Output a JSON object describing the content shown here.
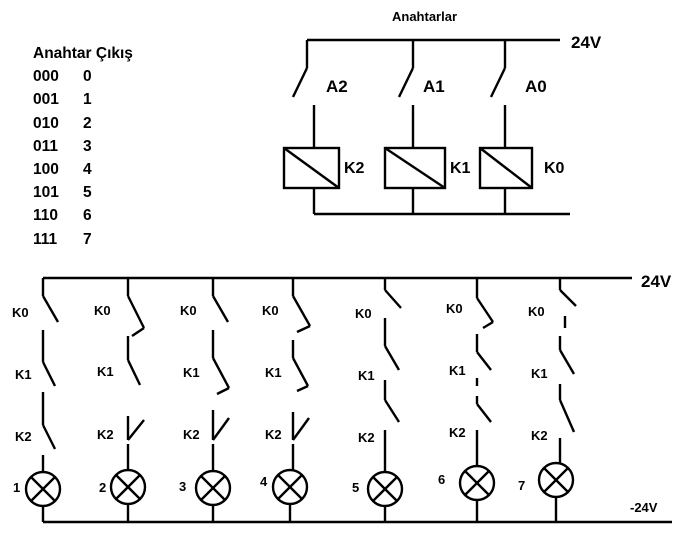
{
  "title": "Anahtarlar",
  "truth_table": {
    "header": "Anahtar Çıkış",
    "rows": [
      {
        "input": "000",
        "output": "0"
      },
      {
        "input": "001",
        "output": "1"
      },
      {
        "input": "010",
        "output": "2"
      },
      {
        "input": "011",
        "output": "3"
      },
      {
        "input": "100",
        "output": "4"
      },
      {
        "input": "101",
        "output": "5"
      },
      {
        "input": "110",
        "output": "6"
      },
      {
        "input": "111",
        "output": "7"
      }
    ]
  },
  "top_circuit": {
    "supply_label": "24V",
    "switches": [
      "A2",
      "A1",
      "A0"
    ],
    "coils": [
      "K2",
      "K1",
      "K0"
    ]
  },
  "bottom_circuit": {
    "supply_top_label": "24V",
    "supply_bottom_label": "-24V",
    "contact_labels": [
      "K0",
      "K1",
      "K2"
    ],
    "lamp_labels": [
      "1",
      "2",
      "3",
      "4",
      "5",
      "6",
      "7"
    ]
  }
}
